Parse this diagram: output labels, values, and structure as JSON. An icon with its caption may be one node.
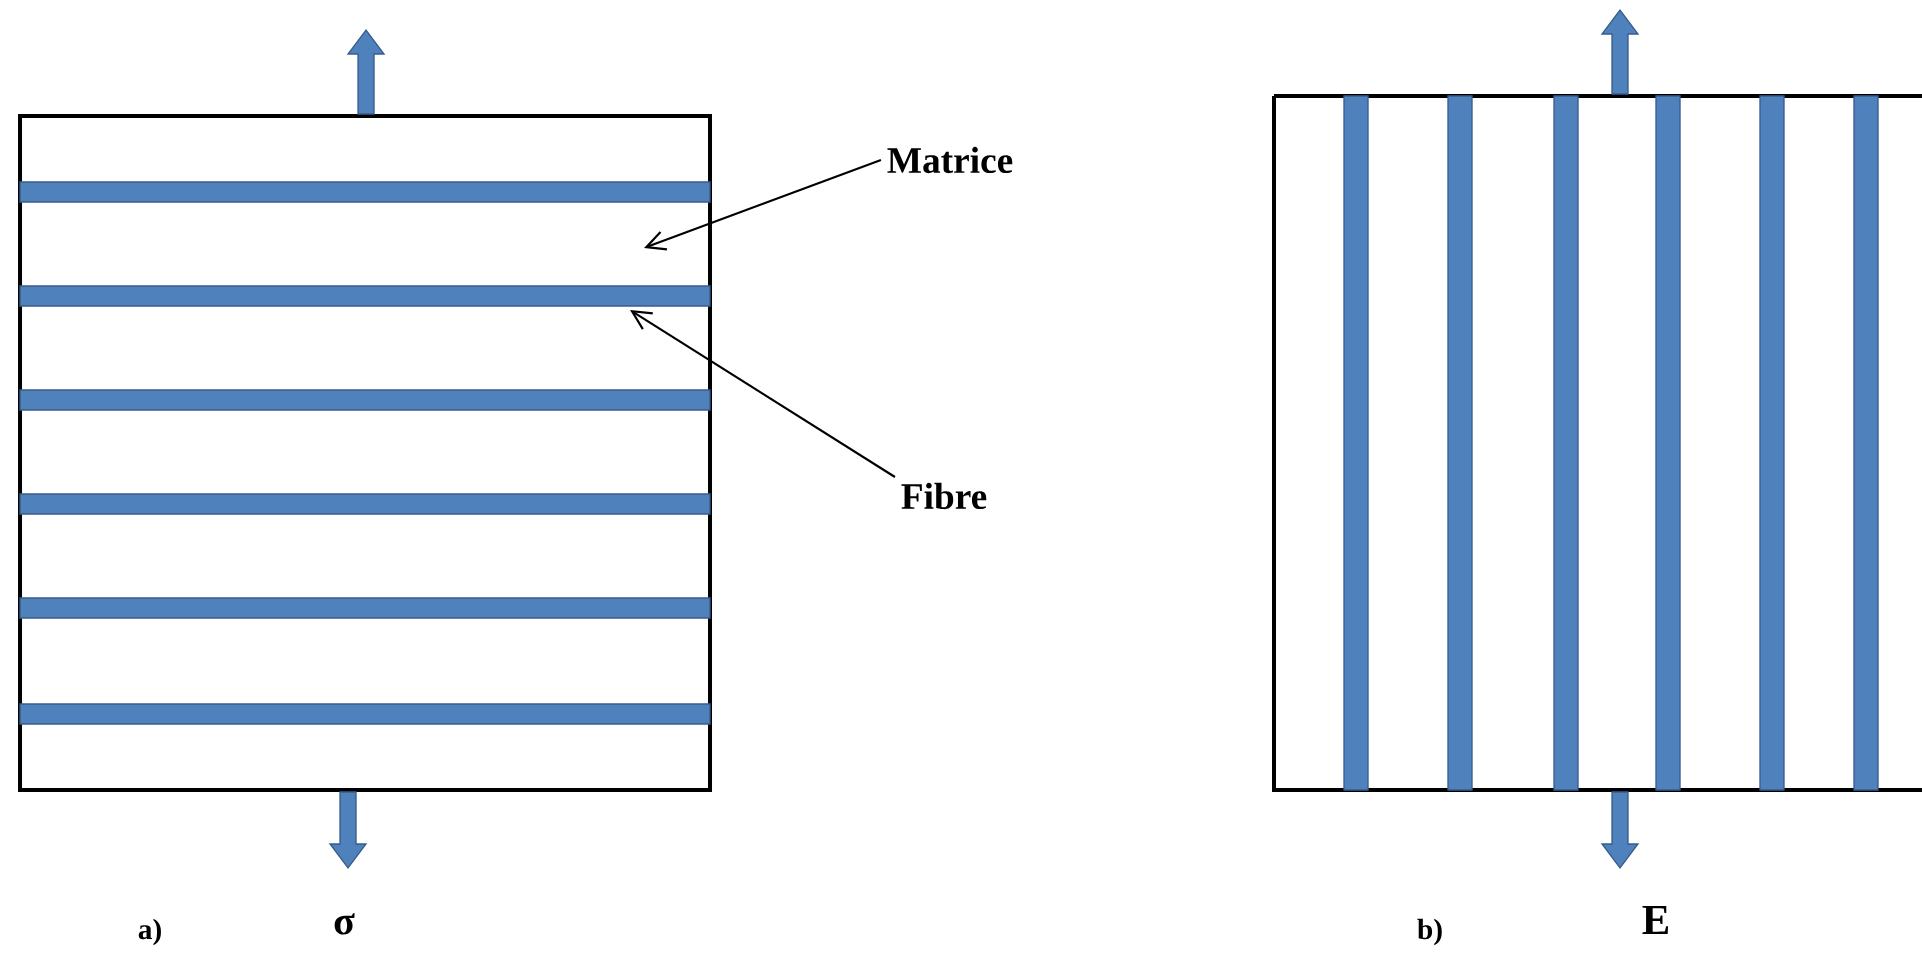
{
  "diagram": {
    "nodes": [
      {
        "text": [
          "Matrice"
        ]
      },
      {
        "text": [
          "Fibre"
        ]
      }
    ],
    "edges": [
      {
        "from": 0,
        "to": null,
        "arrow": "to"
      },
      {
        "from": 1,
        "to": null,
        "arrow": "to"
      }
    ],
    "labels": [
      "a)",
      "σ",
      "b)",
      "E"
    ]
  }
}
